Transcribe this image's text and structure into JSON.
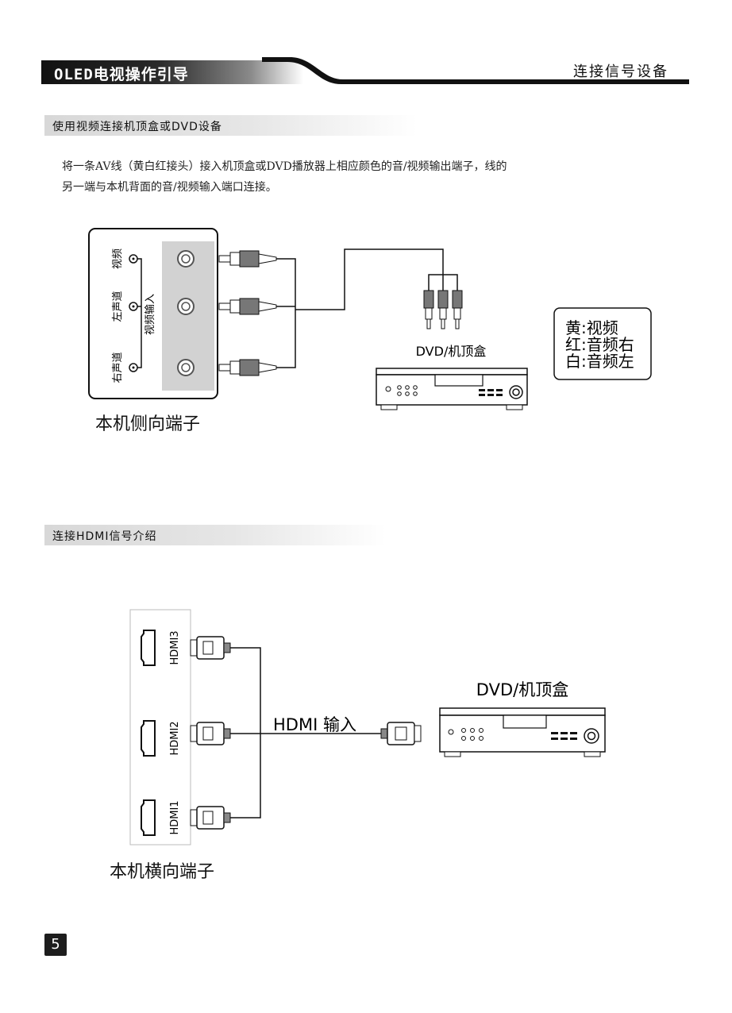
{
  "header": {
    "title": "OLED电视操作引导",
    "section": "连接信号设备"
  },
  "section_av": {
    "title": "使用视频连接机顶盒或DVD设备",
    "line1": "将一条AV线（黄白红接头）接入机顶盒或DVD播放器上相应颜色的音/视频输出端子，线的",
    "line2": "另一端与本机背面的音/视频输入端口连接。",
    "panel_labels": {
      "video": "视频",
      "left_channel": "左声道",
      "right_channel": "右声道",
      "av_input": "视频输入"
    },
    "device_label": "DVD/机顶盒",
    "legend": [
      "黄:视频",
      "红:音频右",
      "白:音频左"
    ],
    "caption": "本机侧向端子"
  },
  "section_hdmi": {
    "title": "连接HDMI信号介绍",
    "ports": [
      "HDMI3",
      "HDMI2",
      "HDMI1"
    ],
    "input_label": "HDMI 输入",
    "device_label": "DVD/机顶盒",
    "caption": "本机横向端子"
  },
  "page_number": "5"
}
